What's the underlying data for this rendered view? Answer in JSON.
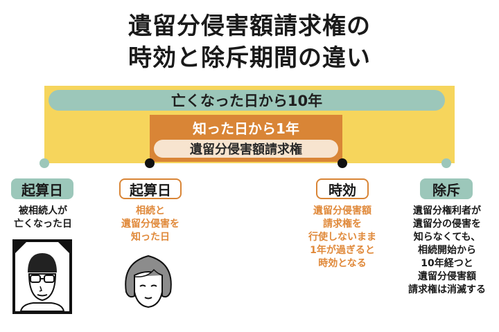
{
  "title": {
    "line1": "遺留分侵害額請求権の",
    "line2": "時効と除斥期間の違い"
  },
  "bars": {
    "outer_label": "亡くなった日から10年",
    "inner_label": "知った日から1年",
    "inner_sublabel": "遺留分侵害額請求権"
  },
  "points": [
    {
      "tag": "起算日",
      "desc": [
        "被相続人が",
        "亡くなった日"
      ]
    },
    {
      "tag": "起算日",
      "desc": [
        "相続と",
        "遺留分侵害を",
        "知った日"
      ]
    },
    {
      "tag": "時効",
      "desc": [
        "遺留分侵害額",
        "請求権を",
        "行使しないまま",
        "1年が過ぎると",
        "時効となる"
      ]
    },
    {
      "tag": "除斥",
      "desc": [
        "遺留分権利者が",
        "遺留分の侵害を",
        "知らなくても、",
        "相続開始から",
        "10年経つと",
        "遺留分侵害額",
        "請求権は消滅する"
      ]
    }
  ],
  "colors": {
    "yellow": "#f6d55c",
    "teal": "#9cc7ba",
    "orange": "#d98536",
    "cream": "#f7e4cf"
  },
  "icons": [
    "deceased-portrait-icon",
    "woman-face-icon"
  ]
}
